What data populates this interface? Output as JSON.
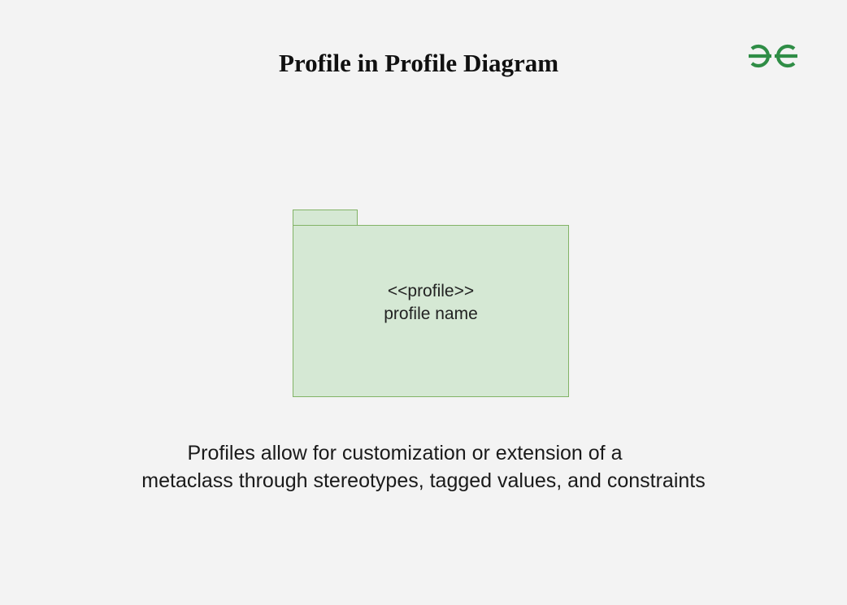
{
  "title": "Profile in Profile Diagram",
  "logo": {
    "icon": "gfg-logo-icon",
    "color": "#2f8d46"
  },
  "package": {
    "stereotype": "<<profile>>",
    "name": "profile name",
    "fill_color": "#d5e8d4",
    "stroke_color": "#82b366"
  },
  "caption": {
    "line1": "Profiles allow for customization or extension of a",
    "line2": "metaclass through stereotypes, tagged values, and constraints"
  }
}
